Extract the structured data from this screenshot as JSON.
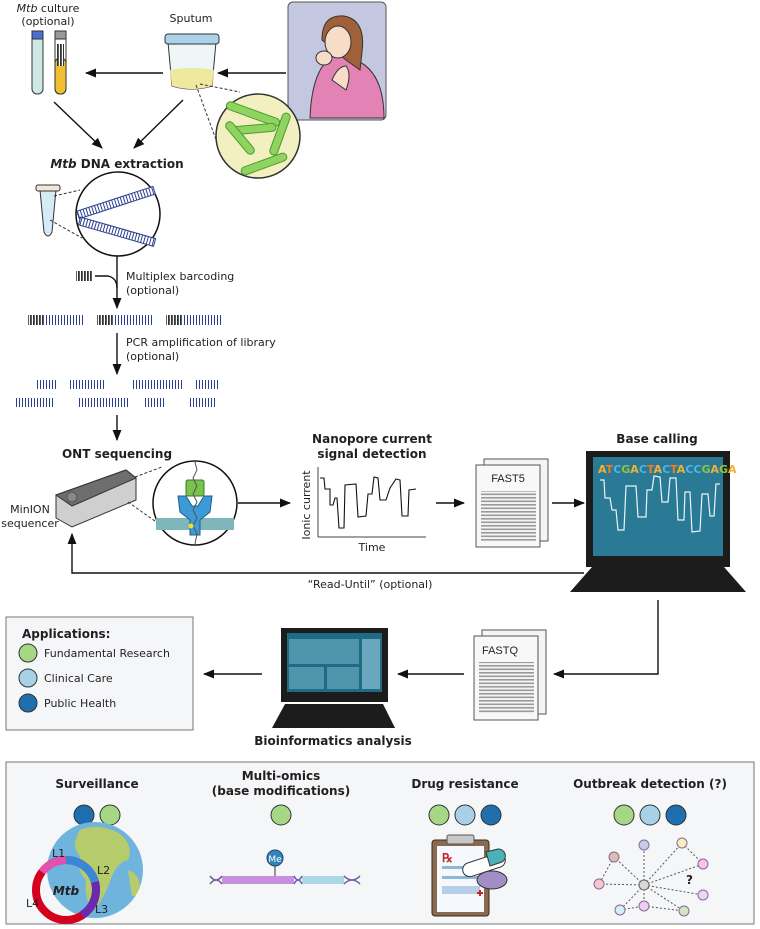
{
  "workflow": {
    "culture_label_italic": "Mtb",
    "culture_label_rest": " culture",
    "culture_optional": "(optional)",
    "sputum_label": "Sputum",
    "extraction_label_italic": "Mtb",
    "extraction_label_rest": " DNA extraction",
    "barcoding_label": "Multiplex barcoding",
    "barcoding_optional": "(optional)",
    "pcr_label": "PCR amplification of library",
    "pcr_optional": "(optional)",
    "ont_label": "ONT sequencing",
    "minion_line1": "MinION",
    "minion_line2": "sequencer",
    "signal_title_line1": "Nanopore current",
    "signal_title_line2": "signal detection",
    "signal_ylabel": "Ionic current",
    "signal_xlabel": "Time",
    "fast5_label": "FAST5",
    "basecalling_label": "Base calling",
    "basecall_sequence": [
      "A",
      "T",
      "C",
      "G",
      "A",
      "C",
      "T",
      "A",
      "C",
      "T",
      "A",
      "C",
      "C",
      "G",
      "A",
      "G",
      "A"
    ],
    "read_until_label": "“Read-Until” (optional)",
    "fastq_label": "FASTQ",
    "bioinformatics_label": "Bioinformatics analysis"
  },
  "legend": {
    "title": "Applications:",
    "items": [
      {
        "label": "Fundamental Research",
        "color": "#a6d785"
      },
      {
        "label": "Clinical Care",
        "color": "#a8d0e6"
      },
      {
        "label": "Public Health",
        "color": "#1f6fae"
      }
    ]
  },
  "applications": [
    {
      "title": "Surveillance",
      "dots": [
        "#1f6fae",
        "#a6d785"
      ],
      "title_color": "#231f20"
    },
    {
      "title": "Multi-omics",
      "subtitle": "(base modifications)",
      "dots": [
        "#a6d785"
      ],
      "title_color": "#231f20"
    },
    {
      "title": "Drug resistance",
      "dots": [
        "#a6d785",
        "#a8d0e6",
        "#1f6fae"
      ],
      "title_color": "#231f20"
    },
    {
      "title": "Outbreak detection (?)",
      "dots": [
        "#a6d785",
        "#a8d0e6",
        "#1f6fae"
      ],
      "title_color": "#b8b8b8"
    }
  ],
  "surveillance_lineages": [
    "L1",
    "L2",
    "L3",
    "L4"
  ],
  "surveillance_center": "Mtb",
  "methyl_label": "Me",
  "outbreak_question": "?",
  "rx_symbol": "℞",
  "colors": {
    "base_A": "#f2b134",
    "base_T": "#f47b20",
    "base_C": "#4fb3e8",
    "base_G": "#8cc63f",
    "screen": "#2a7a96",
    "panel_bg": "#f4f6f8"
  }
}
